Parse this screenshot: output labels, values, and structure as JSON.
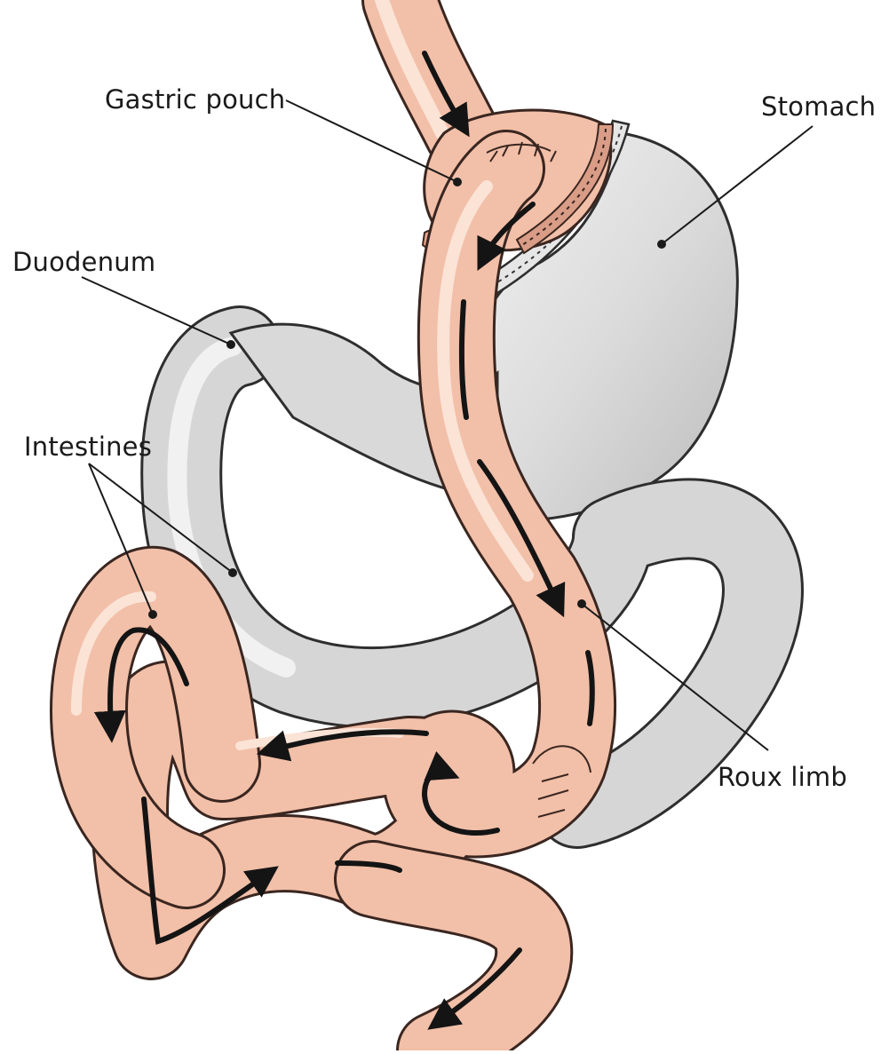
{
  "labels": {
    "gastric_pouch": "Gastric pouch",
    "stomach": "Stomach",
    "duodenum": "Duodenum",
    "intestines": "Intestines",
    "roux_limb": "Roux limb"
  },
  "colors": {
    "pink_fill": "#f2bfa8",
    "pink_edge": "#3a2620",
    "pink_stripe": "#fbe3d6",
    "gray_fill": "#d9d9d9",
    "gray_light": "#efefef",
    "gray_edge": "#2e2e2e",
    "arrow": "#141414",
    "leader": "#1a1a1a"
  }
}
